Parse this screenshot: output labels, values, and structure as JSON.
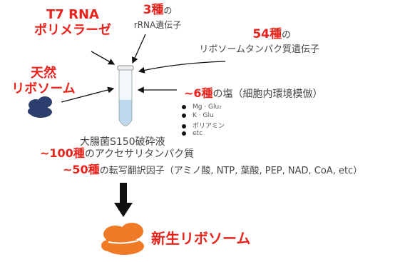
{
  "t7_polymerase": {
    "line1": "T7 RNA",
    "line2": "ポリメラーゼ"
  },
  "rrna": {
    "num": "3種",
    "suffix": "の",
    "label": "rRNA遺伝子"
  },
  "ribo_protein": {
    "num": "54種",
    "suffix": "の",
    "label": "リボソームタンパク質遺伝子"
  },
  "natural_ribosome": {
    "line1": "天然",
    "line2": "リボソーム"
  },
  "salts": {
    "prefix": "~",
    "num": "6種",
    "label": "の塩（細胞内環境模倣）",
    "items": [
      "Mg · Glu₂",
      "K · Glu",
      "ポリアミン",
      "etc"
    ]
  },
  "lysate": "大腸菌S150破砕液",
  "accessory": {
    "num": "~100種",
    "label": "のアクセサリタンパク質"
  },
  "translation": {
    "num": "~50種",
    "label": "の転写翻訳因子（アミノ酸, NTP, 葉酸, PEP, NAD, CoA, etc）"
  },
  "new_ribosome": "新生リボソーム",
  "colors": {
    "accent_red": "#e8231c",
    "ribosome_orange": "#f07a26",
    "ribosome_navy": "#2c3e6e",
    "tube_liquid": "#bcd9ef"
  }
}
